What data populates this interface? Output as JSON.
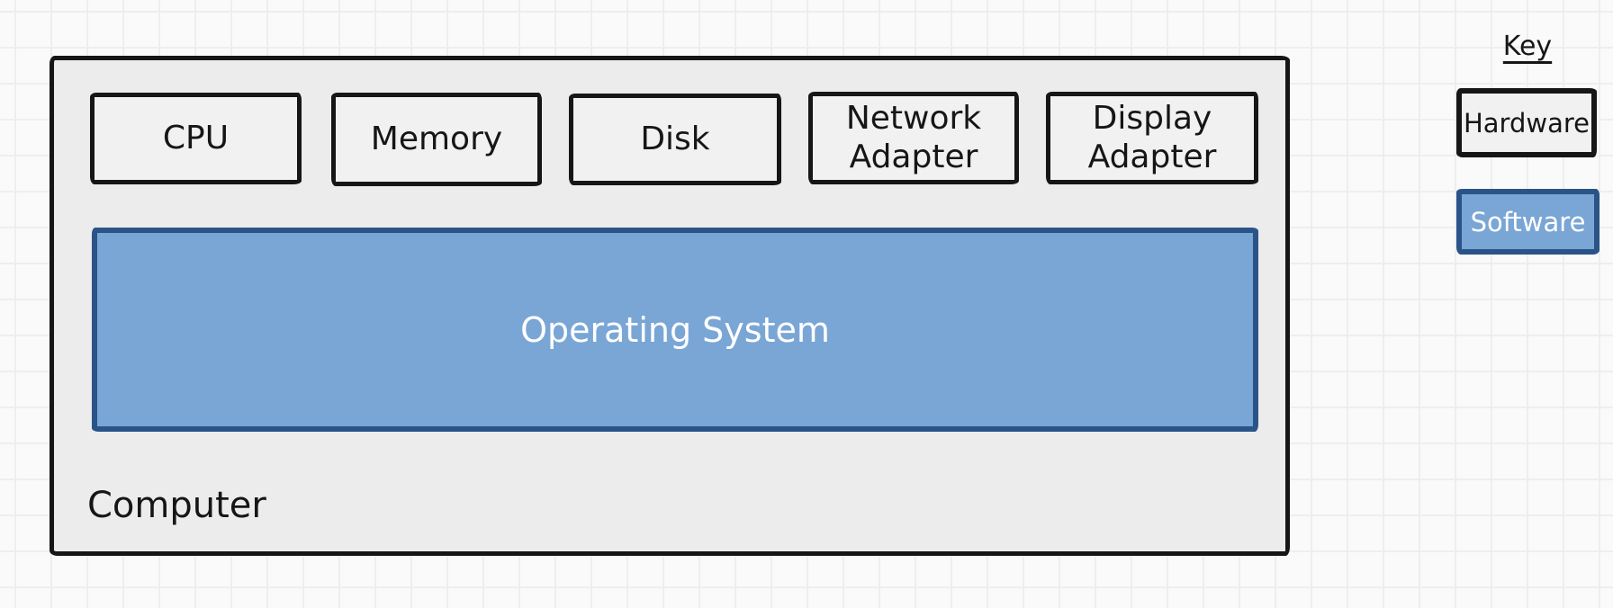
{
  "computer": {
    "label": "Computer",
    "hardware": [
      {
        "label": "CPU"
      },
      {
        "label": "Memory"
      },
      {
        "label": "Disk"
      },
      {
        "label": "Network Adapter"
      },
      {
        "label": "Display Adapter"
      }
    ],
    "software": [
      {
        "label": "Operating System"
      }
    ]
  },
  "key": {
    "title": "Key",
    "entries": [
      {
        "label": "Hardware",
        "type": "hardware"
      },
      {
        "label": "Software",
        "type": "software"
      }
    ]
  },
  "colors": {
    "background": "#fafafa",
    "grid_line": "#eeeeee",
    "computer_fill": "#ececec",
    "hardware_fill": "#f1f1f1",
    "hardware_border": "#161616",
    "software_fill": "#7aa6d6",
    "software_border": "#2a5488",
    "software_text": "#ffffff",
    "text": "#161616"
  }
}
